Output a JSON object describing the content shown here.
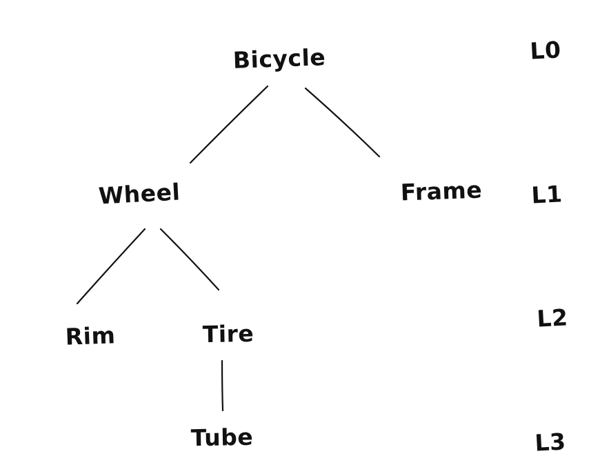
{
  "diagram": {
    "type": "tree",
    "background_color": "#ffffff",
    "ink_color": "#111111",
    "nodes": [
      {
        "id": "bicycle",
        "label": "Bicycle",
        "level": 0,
        "parent": null
      },
      {
        "id": "wheel",
        "label": "Wheel",
        "level": 1,
        "parent": "bicycle"
      },
      {
        "id": "frame",
        "label": "Frame",
        "level": 1,
        "parent": "bicycle"
      },
      {
        "id": "rim",
        "label": "Rim",
        "level": 2,
        "parent": "wheel"
      },
      {
        "id": "tire",
        "label": "Tire",
        "level": 2,
        "parent": "wheel"
      },
      {
        "id": "tube",
        "label": "Tube",
        "level": 3,
        "parent": "tire"
      }
    ],
    "edges": [
      {
        "from": "Bicycle",
        "to": "Wheel"
      },
      {
        "from": "Bicycle",
        "to": "Frame"
      },
      {
        "from": "Wheel",
        "to": "Rim"
      },
      {
        "from": "Wheel",
        "to": "Tire"
      },
      {
        "from": "Tire",
        "to": "Tube"
      }
    ],
    "level_labels": [
      {
        "label": "L0",
        "level": 0
      },
      {
        "label": "L1",
        "level": 1
      },
      {
        "label": "L2",
        "level": 2
      },
      {
        "label": "L3",
        "level": 3
      }
    ]
  }
}
